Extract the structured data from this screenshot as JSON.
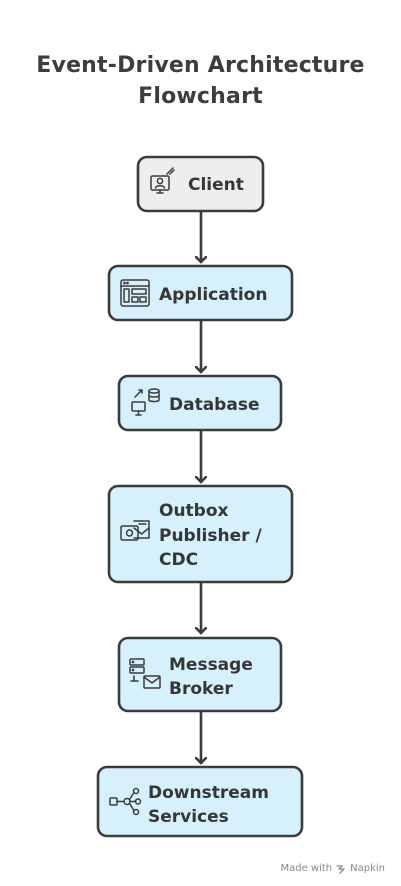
{
  "title": {
    "line1": "Event-Driven Architecture",
    "line2": "Flowchart"
  },
  "nodes": [
    {
      "label_lines": [
        "Client"
      ],
      "icon": "user-monitor-icon"
    },
    {
      "label_lines": [
        "Application"
      ],
      "icon": "app-window-icon"
    },
    {
      "label_lines": [
        "Database"
      ],
      "icon": "database-sync-icon"
    },
    {
      "label_lines": [
        "Outbox",
        "Publisher /",
        "CDC"
      ],
      "icon": "outbox-mail-icon"
    },
    {
      "label_lines": [
        "Message",
        "Broker"
      ],
      "icon": "server-mail-icon"
    },
    {
      "label_lines": [
        "Downstream",
        "Services"
      ],
      "icon": "network-hub-icon"
    }
  ],
  "footer": {
    "prefix": "Made with",
    "brand": "Napkin"
  },
  "colors": {
    "client_fill": "#eeeeee",
    "node_fill": "#d6f1fc",
    "stroke": "#3b3b3b"
  }
}
